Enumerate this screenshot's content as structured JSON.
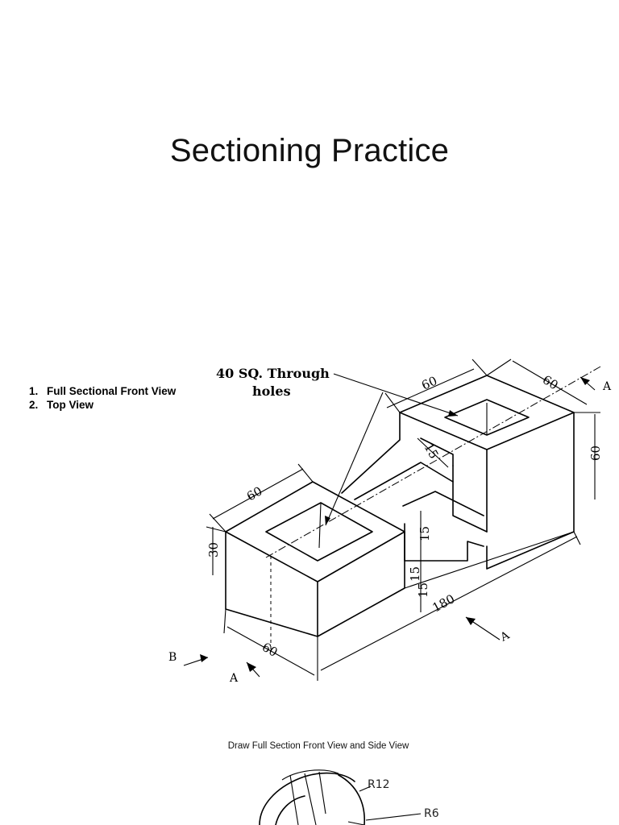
{
  "slide": {
    "title": "Sectioning Practice"
  },
  "tasks": [
    {
      "num": "1.",
      "label": "Full Sectional Front View"
    },
    {
      "num": "2.",
      "label": "Top View"
    }
  ],
  "drawing1": {
    "note_line1": "40 SQ. Through",
    "note_line2": "holes",
    "dims": {
      "top_width_right": "60",
      "top_depth_right": "60",
      "height_right": "60",
      "slot_15": "15",
      "top_width_left": "60",
      "height_left": "30",
      "step_15_a": "15",
      "step_15_b": "15",
      "step_15_c": "15",
      "length": "180",
      "depth_bottom": "60"
    },
    "view_labels": {
      "a_top": "A",
      "a_right": "A",
      "a_bottom": "A",
      "b_left": "B"
    }
  },
  "drawing2": {
    "caption": "Draw Full Section Front View and Side View",
    "dims": {
      "r12": "R12",
      "r6": "R6"
    }
  }
}
